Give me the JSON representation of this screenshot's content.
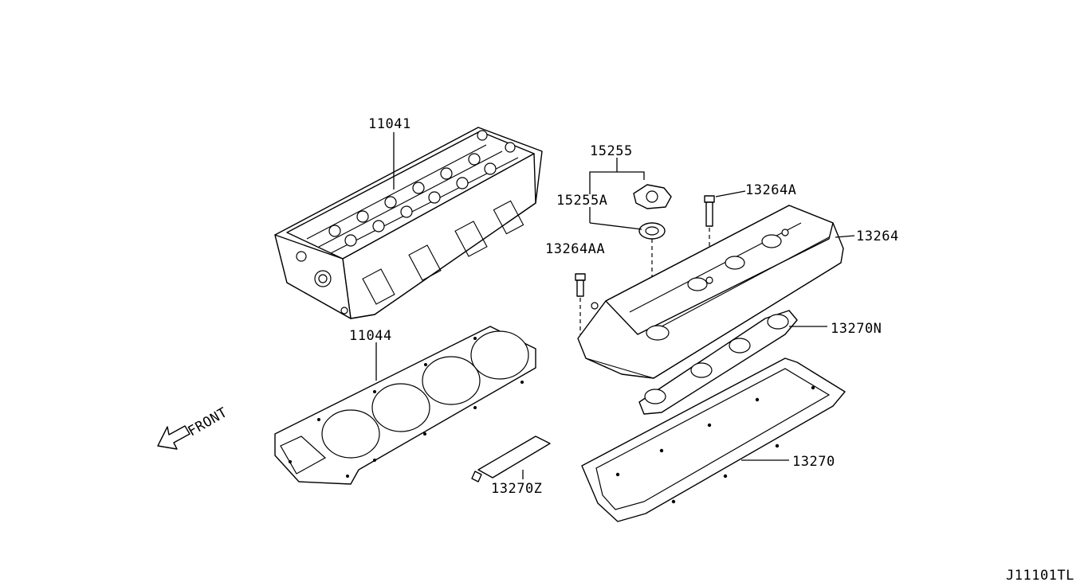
{
  "diagram": {
    "labels": {
      "cyl_head": "11041",
      "head_gasket": "11044",
      "oil_cap": "15255",
      "oil_cap_gasket": "15255A",
      "cover_bolt_a": "13264A",
      "cover_bolt_aa": "13264AA",
      "rocker_cover": "13264",
      "plug_gasket": "13270N",
      "cover_gasket": "13270",
      "sealant": "13270Z",
      "front": "FRONT"
    },
    "diagram_code": "J11101TL"
  }
}
